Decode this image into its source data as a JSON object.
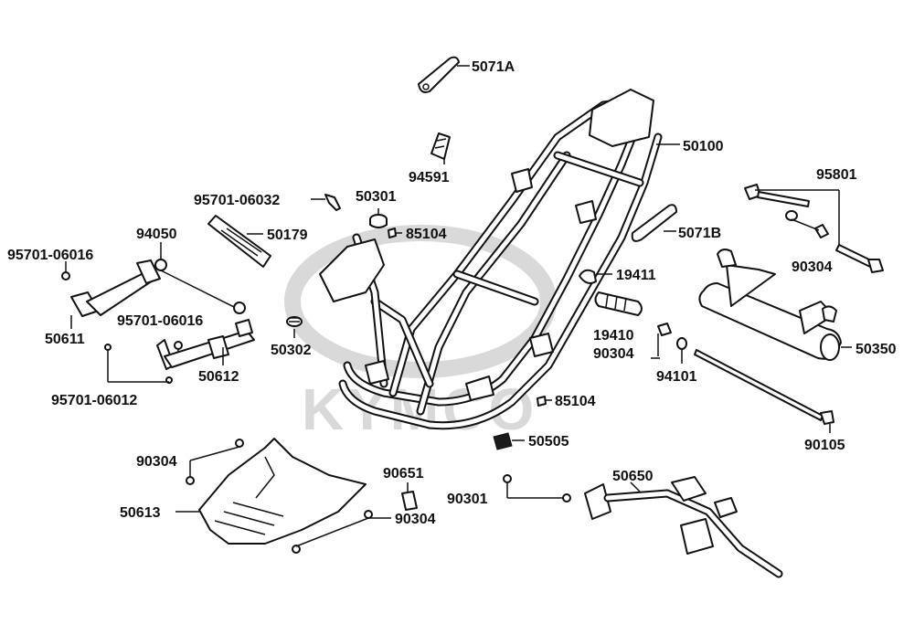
{
  "watermark": {
    "text": "KYMCO"
  },
  "labels": {
    "p5071A": "5071A",
    "p50100": "50100",
    "p94591": "94591",
    "p95801": "95801",
    "p95701_06032": "95701-06032",
    "p50301": "50301",
    "p85104_top": "85104",
    "p94050": "94050",
    "p50179": "50179",
    "p5071B": "5071B",
    "p95701_06016_a": "95701-06016",
    "p90304_right": "90304",
    "p19411": "19411",
    "p95701_06016_b": "95701-06016",
    "p50611": "50611",
    "p50302": "50302",
    "p19410": "19410",
    "p90304_mid": "90304",
    "p50350": "50350",
    "p50612": "50612",
    "p94101": "94101",
    "p95701_06012": "95701-06012",
    "p85104_bottom": "85104",
    "p90105": "90105",
    "p50505": "50505",
    "p90304_left": "90304",
    "p90651": "90651",
    "p50650": "50650",
    "p90301": "90301",
    "p50613": "50613",
    "p90304_bottom": "90304"
  }
}
